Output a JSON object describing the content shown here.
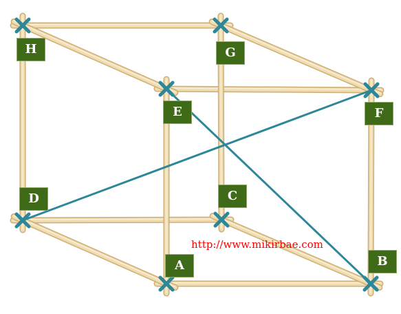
{
  "labels": {
    "A": "A",
    "B": "B",
    "C": "C",
    "D": "D",
    "E": "E",
    "F": "F",
    "G": "G",
    "H": "H"
  },
  "watermark": "http://www.mikirbae.com",
  "colors": {
    "stick": "#efdcb0",
    "stick_edge": "#cfae74",
    "marker": "#2e8799",
    "diagonal": "#2e8799",
    "label_bg": "#3f6a17",
    "label_text": "#ffffff",
    "watermark": "#ff0000"
  }
}
